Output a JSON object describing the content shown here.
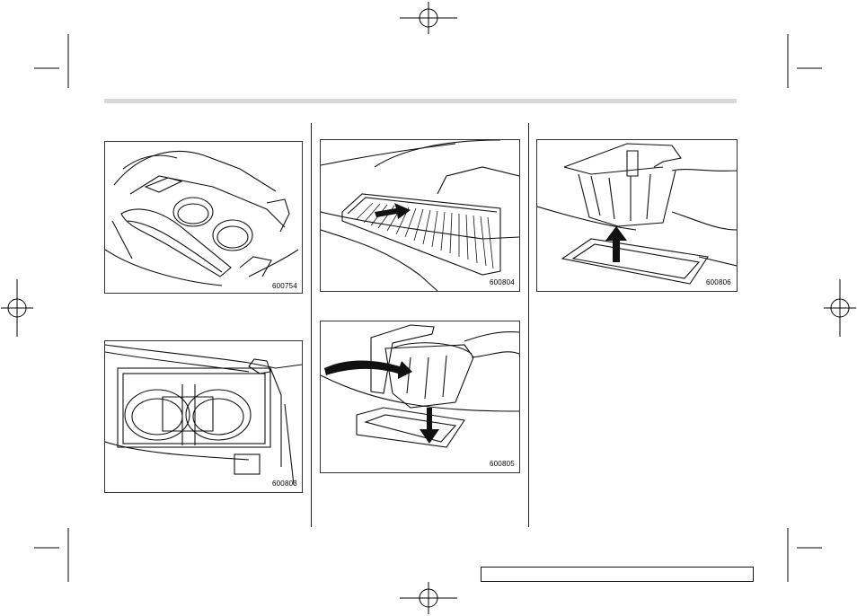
{
  "figures": [
    {
      "code": "600754"
    },
    {
      "code": "600803"
    },
    {
      "code": "600804"
    },
    {
      "code": "600805"
    },
    {
      "code": "600806"
    }
  ]
}
